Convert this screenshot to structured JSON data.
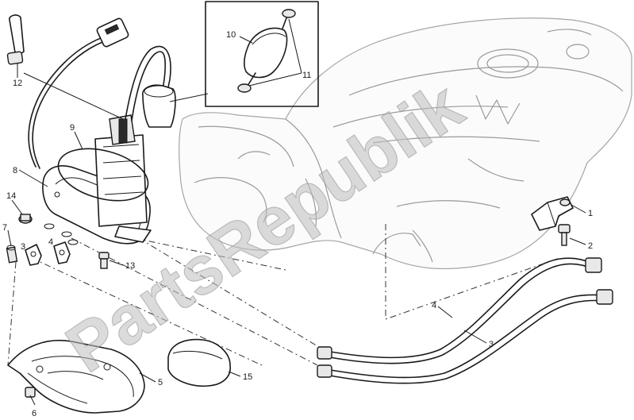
{
  "callouts": [
    {
      "id": "c1",
      "label": "1"
    },
    {
      "id": "c2",
      "label": "2"
    },
    {
      "id": "c3a",
      "label": "3"
    },
    {
      "id": "c3b",
      "label": "3"
    },
    {
      "id": "c4a",
      "label": "4"
    },
    {
      "id": "c4b",
      "label": "4"
    },
    {
      "id": "c5",
      "label": "5"
    },
    {
      "id": "c6",
      "label": "6"
    },
    {
      "id": "c7",
      "label": "7"
    },
    {
      "id": "c8",
      "label": "8"
    },
    {
      "id": "c9",
      "label": "9"
    },
    {
      "id": "c10",
      "label": "10"
    },
    {
      "id": "c11",
      "label": "11"
    },
    {
      "id": "c12",
      "label": "12"
    },
    {
      "id": "c13",
      "label": "13"
    },
    {
      "id": "c14",
      "label": "14"
    },
    {
      "id": "c15",
      "label": "15"
    }
  ],
  "watermark": "PartsRepublik",
  "colors": {
    "line": "#1a1a1a",
    "ghost": "#9a9a9a",
    "watermark": "#bdbdbd",
    "background": "#ffffff"
  }
}
